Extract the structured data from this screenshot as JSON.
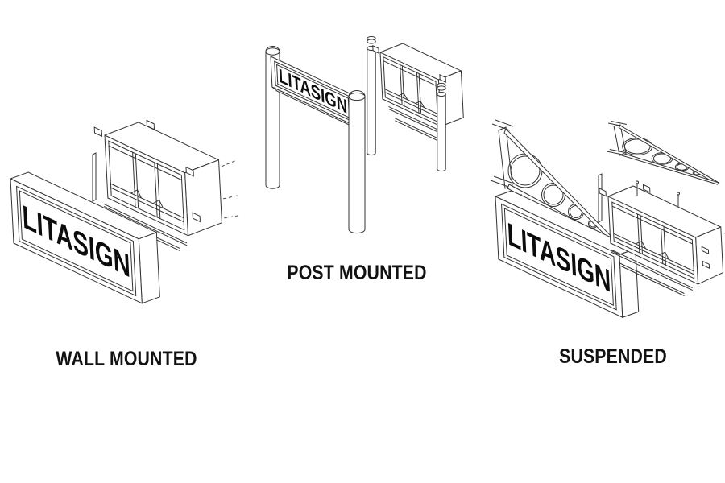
{
  "sign": {
    "text": "LITASIGN"
  },
  "diagrams": {
    "wall": {
      "label": "WALL MOUNTED"
    },
    "post": {
      "label": "POST MOUNTED"
    },
    "suspended": {
      "label": "SUSPENDED"
    }
  },
  "colors": {
    "background": "#ffffff",
    "line": "#333333",
    "sign_text": "#0c0c0c",
    "label_text": "#121212"
  }
}
